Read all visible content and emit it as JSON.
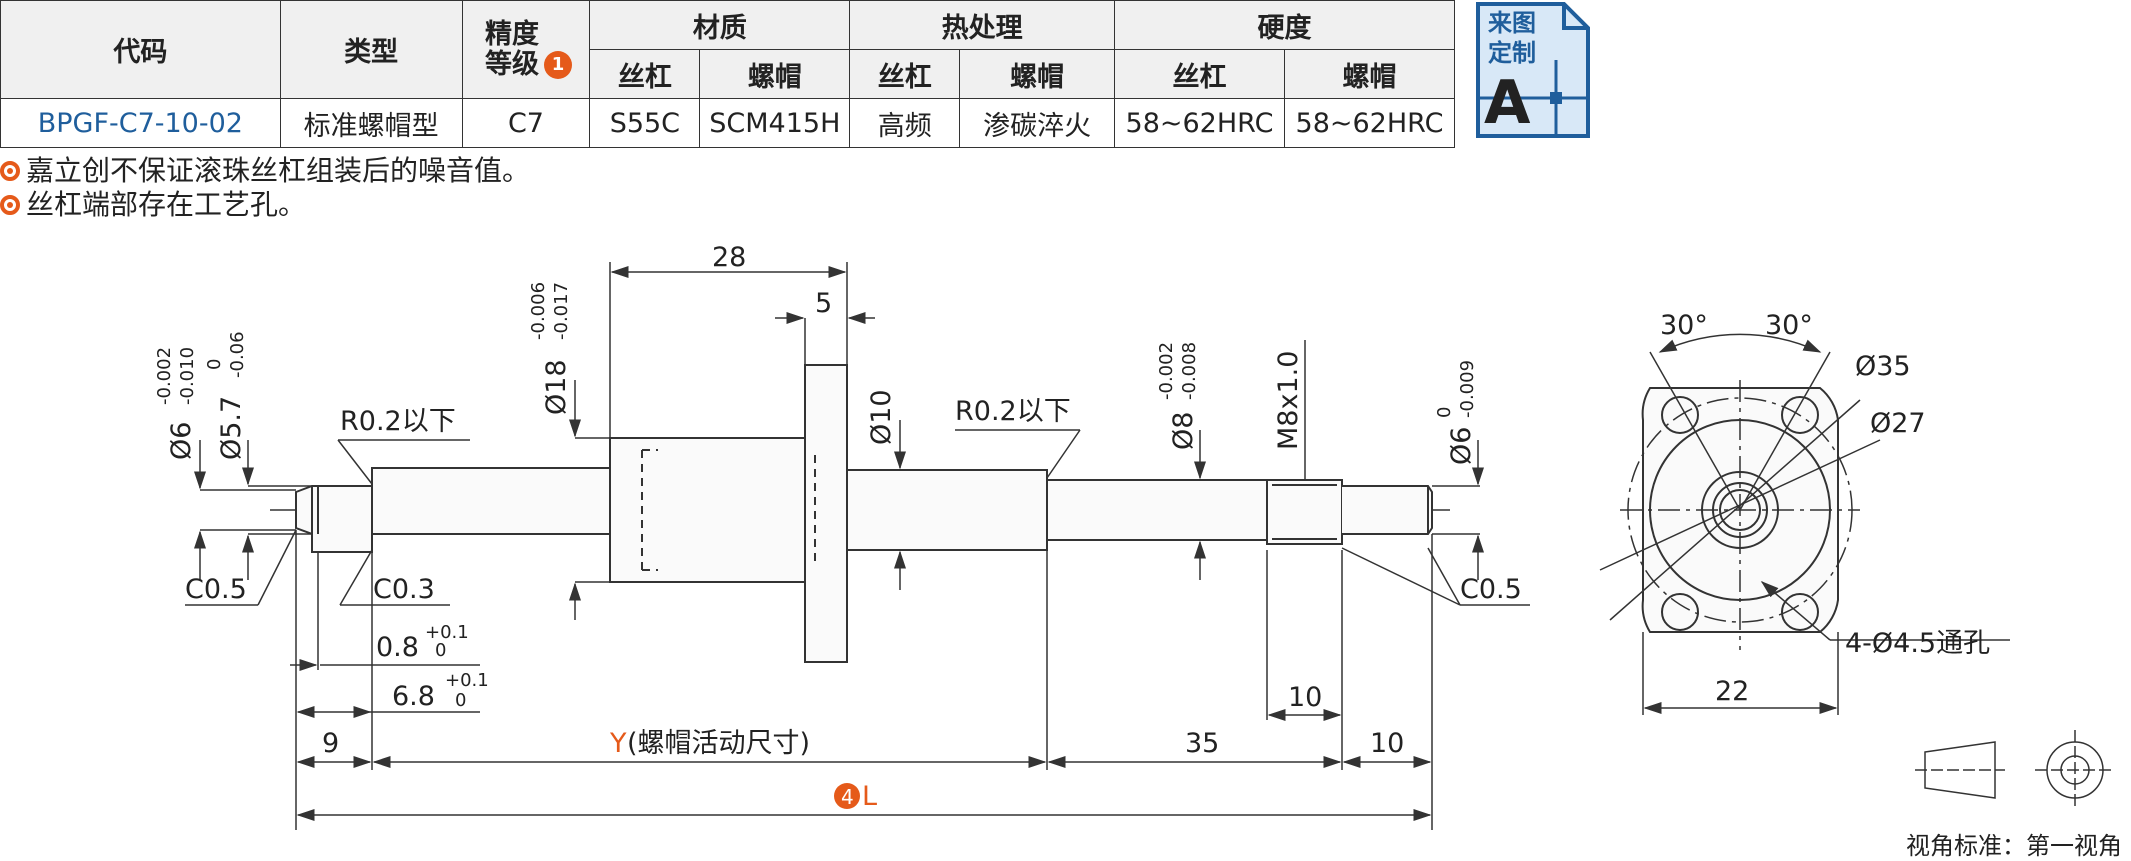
{
  "table": {
    "headers": {
      "code": "代码",
      "type": "类型",
      "precision": "精度等级",
      "precision_badge": "1",
      "material": "材质",
      "heat": "热处理",
      "hardness": "硬度",
      "sub": [
        "丝杠",
        "螺帽",
        "丝杠",
        "螺帽",
        "丝杠",
        "螺帽"
      ]
    },
    "row": {
      "code": "BPGF-C7-10-02",
      "type": "标准螺帽型",
      "precision": "C7",
      "mat_screw": "S55C",
      "mat_nut": "SCM415H",
      "heat_screw": "高频",
      "heat_nut": "渗碳淬火",
      "hard_screw": "58~62HRC",
      "hard_nut": "58~62HRC"
    }
  },
  "badge": {
    "line1": "来图",
    "line2": "定制",
    "letter": "A"
  },
  "notes": [
    "嘉立创不保证滚珠丝杠组装后的噪音值。",
    "丝杠端部存在工艺孔。"
  ],
  "drawing": {
    "dim_28": "28",
    "dim_5": "5",
    "d6_left": "Ø6",
    "d6_left_tol_up": "-0.002",
    "d6_left_tol_lo": "-0.010",
    "d57": "Ø5.7",
    "d57_tol_up": "0",
    "d57_tol_lo": "-0.06",
    "d18": "Ø18",
    "d18_tol_up": "-0.006",
    "d18_tol_lo": "-0.017",
    "d10": "Ø10",
    "d8": "Ø8",
    "d8_tol_up": "-0.002",
    "d8_tol_lo": "-0.008",
    "m8": "M8x1.0",
    "d6_right": "Ø6",
    "d6_right_tol_up": "0",
    "d6_right_tol_lo": "-0.009",
    "r02_left": "R0.2以下",
    "r02_right": "R0.2以下",
    "c05_left": "C0.5",
    "c03": "C0.3",
    "c05_right": "C0.5",
    "d08": "0.8",
    "d08_tol_up": "+0.1",
    "d08_tol_lo": "0",
    "d68": "6.8",
    "d68_tol_up": "+0.1",
    "d68_tol_lo": "0",
    "dim_9": "9",
    "y_label": "Y",
    "y_text": "(螺帽活动尺寸)",
    "dim_35": "35",
    "dim_10": "10",
    "dim_10_thread": "10",
    "l_badge": "4",
    "l_label": "L",
    "ang1": "30°",
    "ang2": "30°",
    "side_d35": "Ø35",
    "side_d27": "Ø27",
    "holes": "4-Ø4.5通孔",
    "dim_22": "22",
    "view_std": "视角标准：第一视角"
  },
  "colors": {
    "accent": "#e55a1a",
    "code": "#1f5e9c",
    "line": "#333333"
  }
}
